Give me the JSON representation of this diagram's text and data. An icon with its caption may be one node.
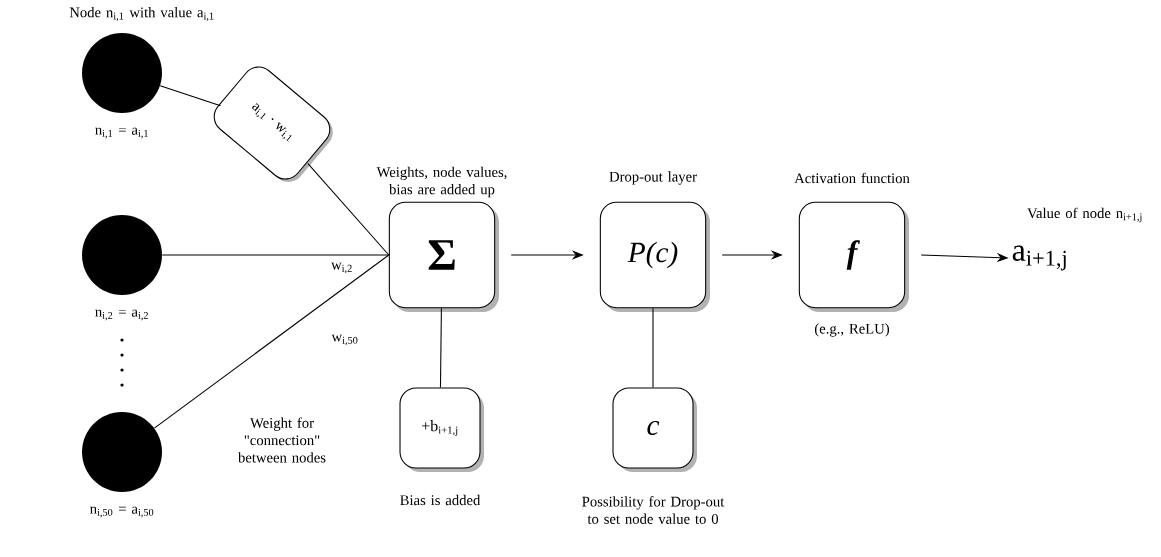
{
  "diagram": {
    "nodes": [
      {
        "text": [],
        "shape": "circle",
        "beside": [
          "Node n$_{i,1}$ with value a$_{i,1}$",
          "n$_{i,1}$ = a$_{i,1}$"
        ]
      },
      {
        "text": [],
        "shape": "circle",
        "beside": [
          "n$_{i,2}$ = a$_{i,2}$"
        ]
      },
      {
        "text": [],
        "shape": "circle",
        "beside": [
          "n$_{i,50}$ = a$_{i,50}$"
        ]
      },
      {
        "text": [
          "a$_{i,1}$ · w$_{i,1}$"
        ]
      },
      {
        "text": [
          "Σ"
        ],
        "beside": [
          "Weights, node values, bias are added up"
        ]
      },
      {
        "text": [
          "+b$_{i+1,j}$"
        ],
        "beside": [
          "Bias is added"
        ]
      },
      {
        "text": [
          "P(c)"
        ],
        "beside": [
          "Drop-out layer"
        ]
      },
      {
        "text": [
          "c"
        ],
        "beside": [
          "Possibility for Drop-out to set node value to 0"
        ]
      },
      {
        "text": [
          "f"
        ],
        "beside": [
          "Activation function",
          "(e.g., ReLU)"
        ]
      },
      {
        "text": [
          "a$_{i+1,j}$"
        ],
        "beside": [
          "Value of node n$_{i+1,j}$"
        ]
      }
    ],
    "edges": [
      {
        "from": 0,
        "to": 3,
        "arrow": "none"
      },
      {
        "from": 3,
        "to": 4,
        "arrow": "none"
      },
      {
        "from": 1,
        "to": 4,
        "arrow": "none",
        "label": "w$_{i,2}$"
      },
      {
        "from": 2,
        "to": 4,
        "arrow": "none",
        "label": "w$_{i,50}$"
      },
      {
        "from": 4,
        "to": 5,
        "arrow": "none"
      },
      {
        "from": 4,
        "to": 6,
        "arrow": "to"
      },
      {
        "from": 6,
        "to": 7,
        "arrow": "none"
      },
      {
        "from": 6,
        "to": 8,
        "arrow": "to"
      },
      {
        "from": 8,
        "to": 9,
        "arrow": "to"
      }
    ],
    "labels": [
      "Weight for \"connection\" between nodes"
    ]
  }
}
